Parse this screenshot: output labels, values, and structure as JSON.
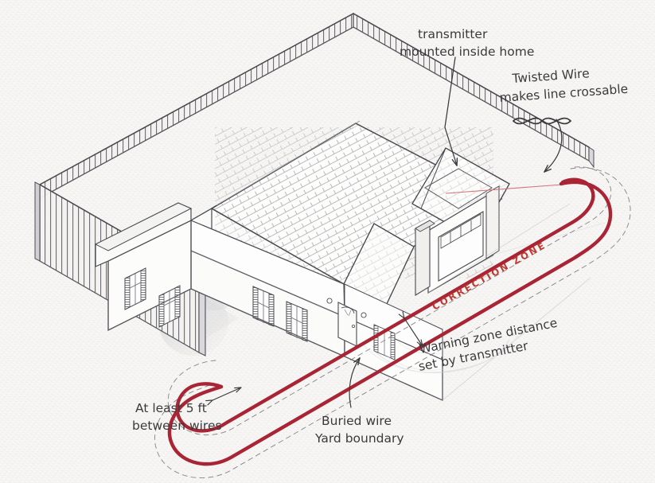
{
  "diagram": {
    "title": "Invisible fence buried wire yard layout",
    "colors": {
      "paper": "#f8f7f5",
      "ink": "#3a3a3c",
      "wire_red": "#a92434",
      "zone_label_red": "#c0392f",
      "fence_gray": "#6e6e73",
      "faint_line": "#bdbdc2"
    }
  },
  "annotations": [
    {
      "id": "transmitter",
      "line1": "transmitter",
      "line2": "mounted inside home"
    },
    {
      "id": "twisted-wire",
      "line1": "Twisted Wire",
      "line2": "makes line crossable"
    },
    {
      "id": "correction-zone",
      "label": "CORRECTION ZONE"
    },
    {
      "id": "warning-zone",
      "line1": "Warning zone distance",
      "line2": "set by transmitter"
    },
    {
      "id": "buried-wire",
      "line1": "Buried wire",
      "line2": "Yard boundary"
    },
    {
      "id": "wire-spacing",
      "line1": "At least 5 ft",
      "line2": "between wires"
    }
  ],
  "icons": {
    "twisted_wire": "twisted-wire-icon",
    "transmitter_pointer": "arrow-pointer-icon",
    "spacing_arrow": "double-arrow-icon",
    "warning_arrow": "double-arrow-icon",
    "buried_arrow": "curved-arrow-icon"
  },
  "scene": {
    "fence_label": "picket-fence",
    "house_label": "single-story-house",
    "garage_label": "attached-garage",
    "driveway_label": "driveway",
    "walkway_label": "front-walkway",
    "wire_loop_label": "buried-boundary-wire",
    "warning_boundary_label": "dashed-warning-boundary"
  }
}
